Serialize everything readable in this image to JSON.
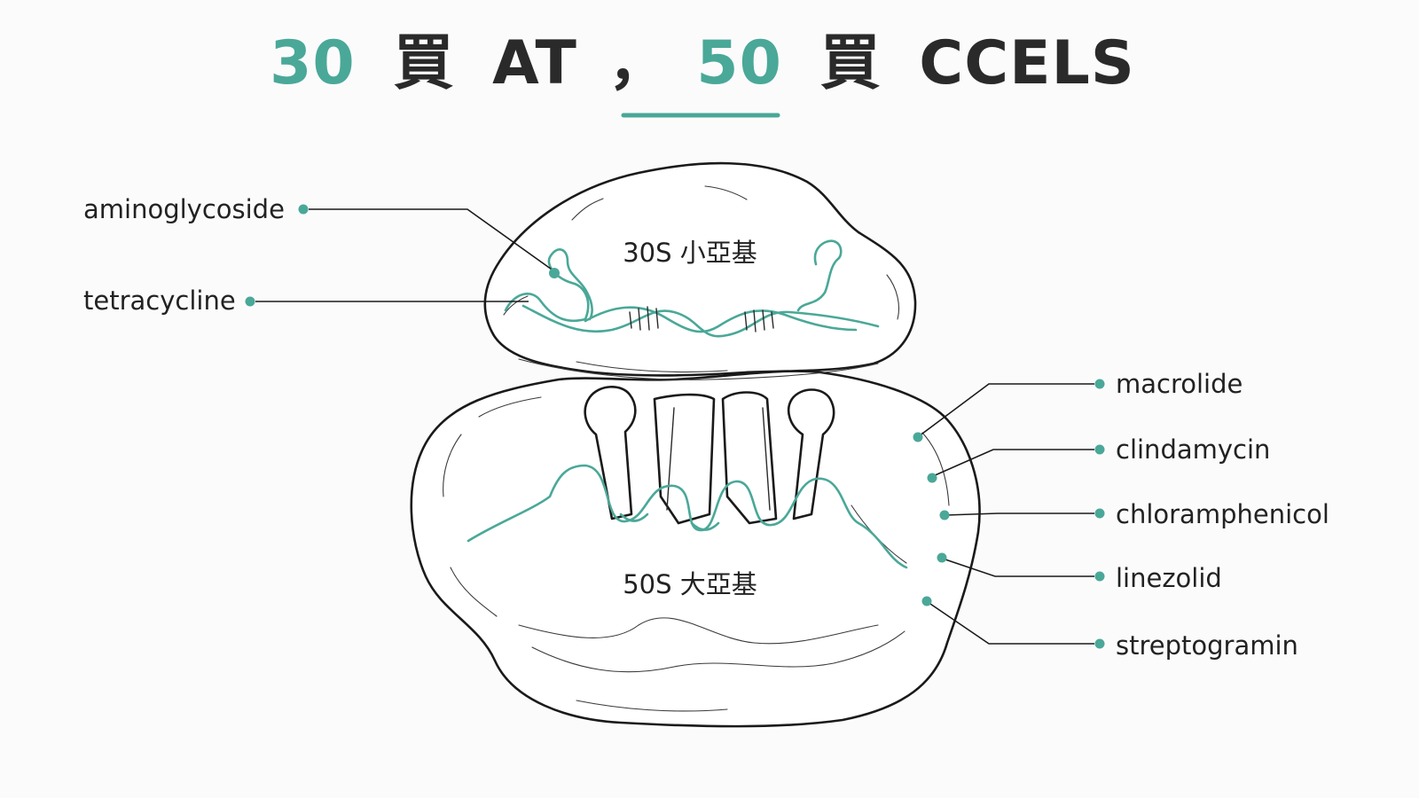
{
  "title": {
    "part1_number": "30",
    "part1_char": "買",
    "part1_text": "AT",
    "separator": "，",
    "part2_number": "50",
    "part2_char": "買",
    "part2_text": "CCELS"
  },
  "subunits": {
    "small": "30S 小亞基",
    "large": "50S 大亞基"
  },
  "left_labels": [
    "aminoglycoside",
    "tetracycline"
  ],
  "right_labels": [
    "macrolide",
    "clindamycin",
    "chloramphenicol",
    "linezolid",
    "streptogramin"
  ],
  "colors": {
    "accent": "#4aa898",
    "title_dark": "#2a2a2a",
    "outline": "#1a1a1a",
    "background": "#fbfbfb"
  }
}
